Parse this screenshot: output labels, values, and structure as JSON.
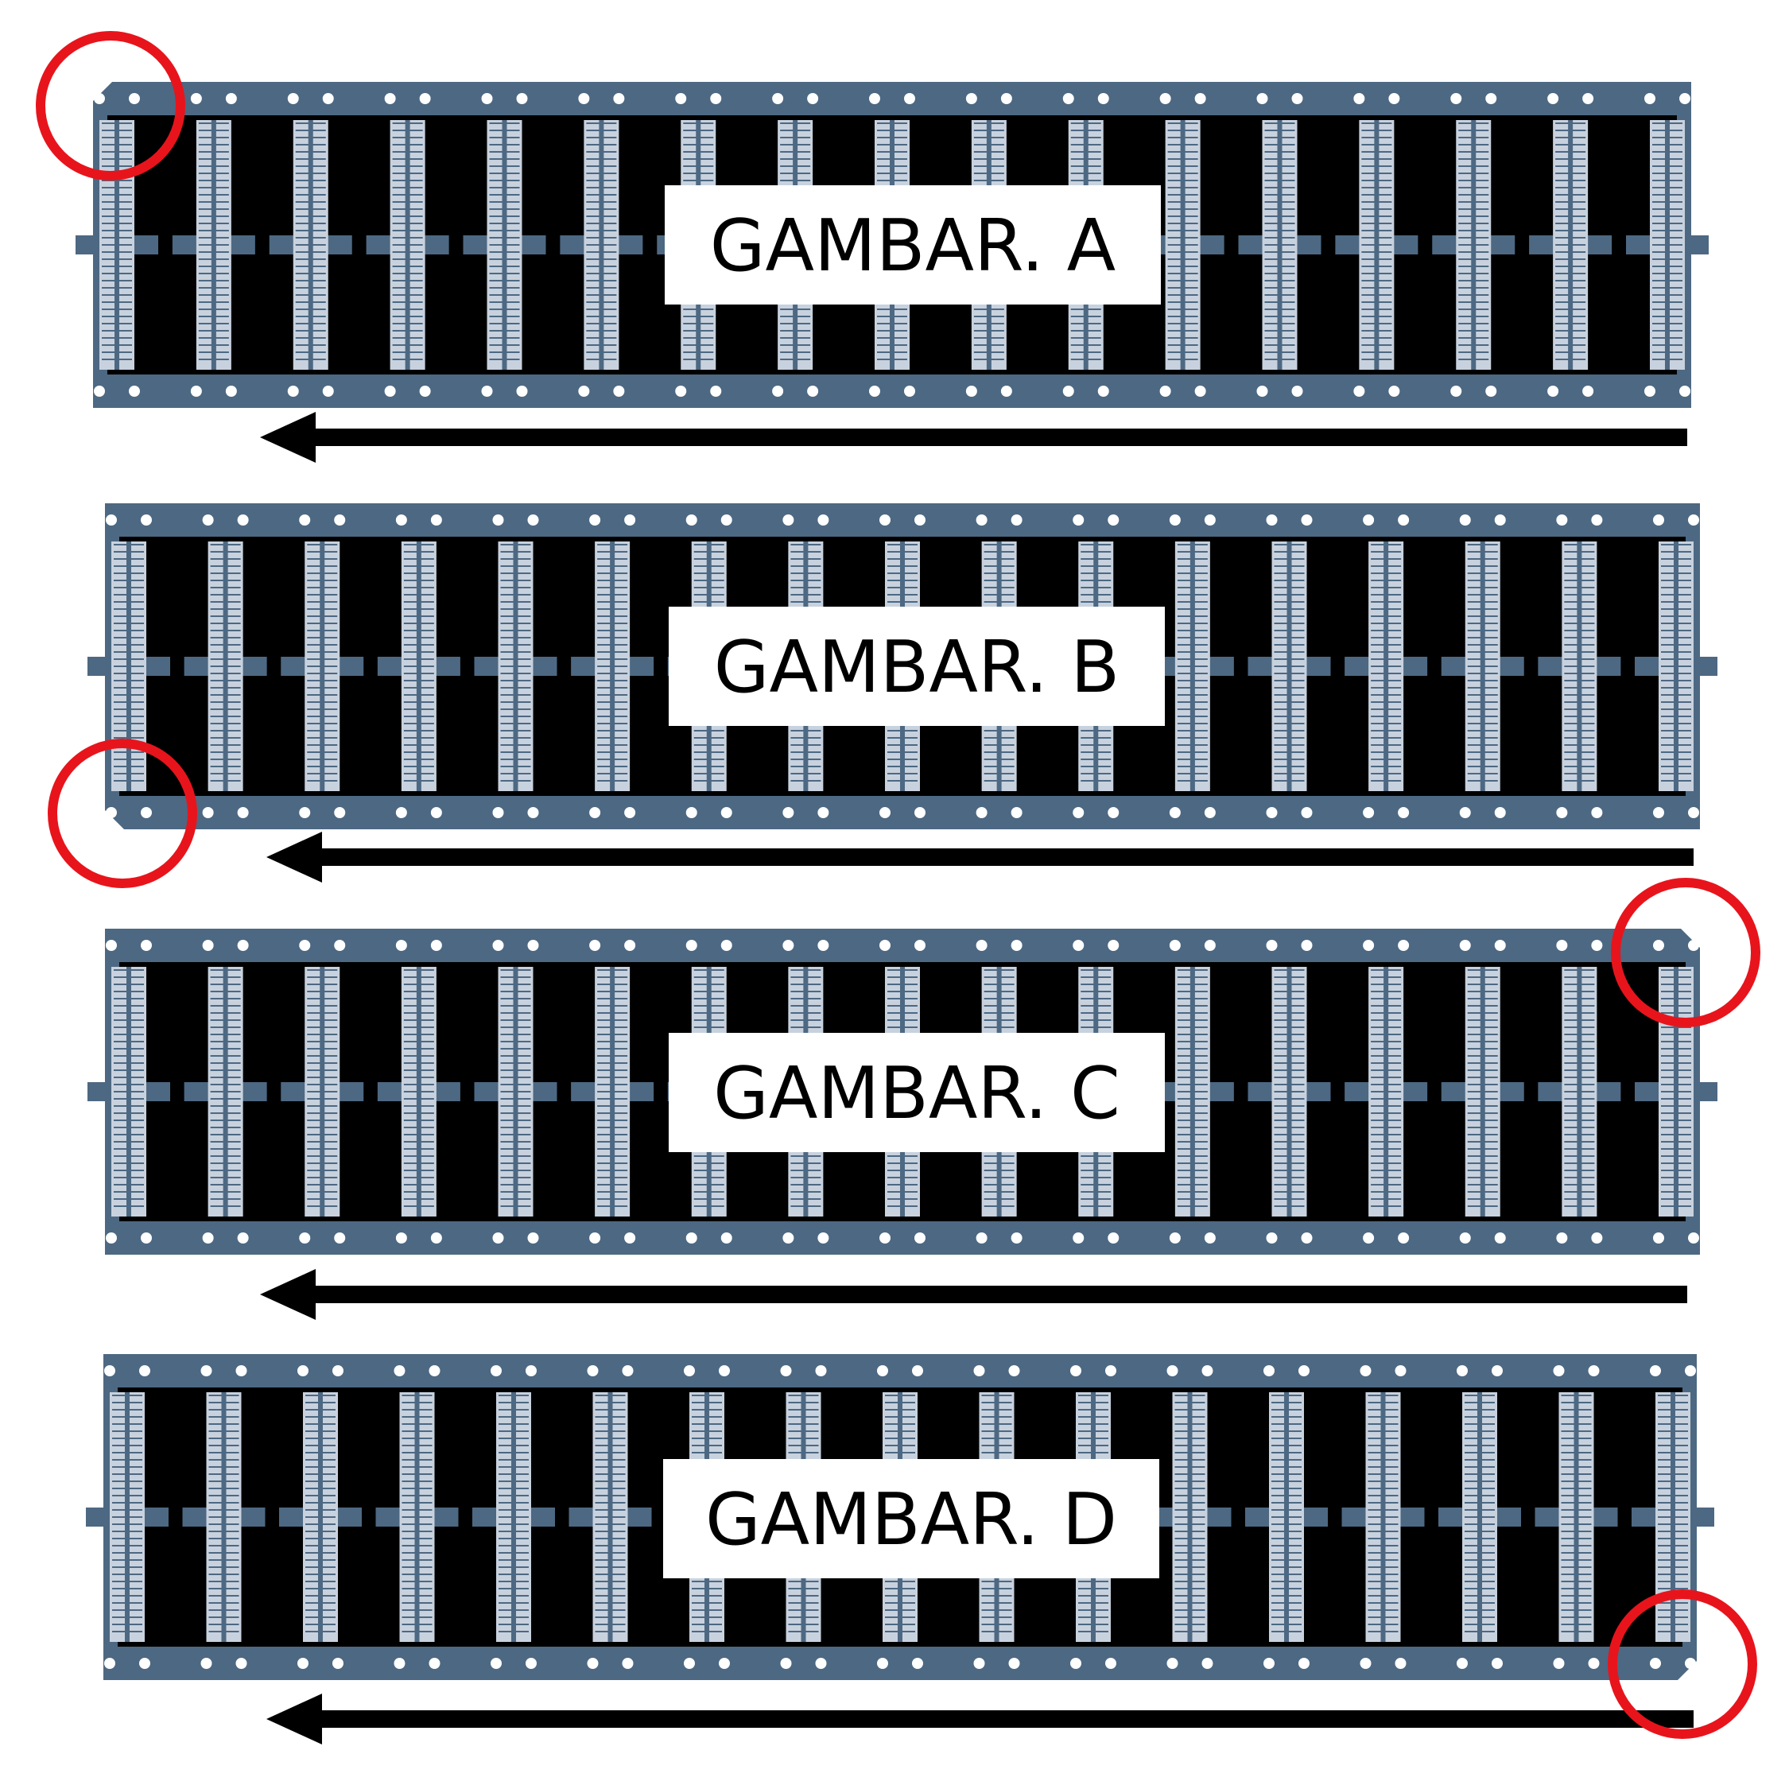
{
  "colors": {
    "strip": "#4d6882",
    "package": "#000000",
    "hole": "#ffffff",
    "lead": "#c8d2de",
    "marker_circle": "#e8141c",
    "arrow": "#000000",
    "label_bg": "#ffffff",
    "label_text": "#000000"
  },
  "strips": [
    {
      "label": "GAMBAR. A",
      "chamfer_corner": "top-left",
      "marker_corner": "top-left",
      "arrow_direction": "left"
    },
    {
      "label": "GAMBAR. B",
      "chamfer_corner": "bottom-left",
      "marker_corner": "bottom-left",
      "arrow_direction": "left"
    },
    {
      "label": "GAMBAR. C",
      "chamfer_corner": "top-right",
      "marker_corner": "top-right",
      "arrow_direction": "left"
    },
    {
      "label": "GAMBAR. D",
      "chamfer_corner": "bottom-right",
      "marker_corner": "bottom-right",
      "arrow_direction": "left"
    }
  ]
}
